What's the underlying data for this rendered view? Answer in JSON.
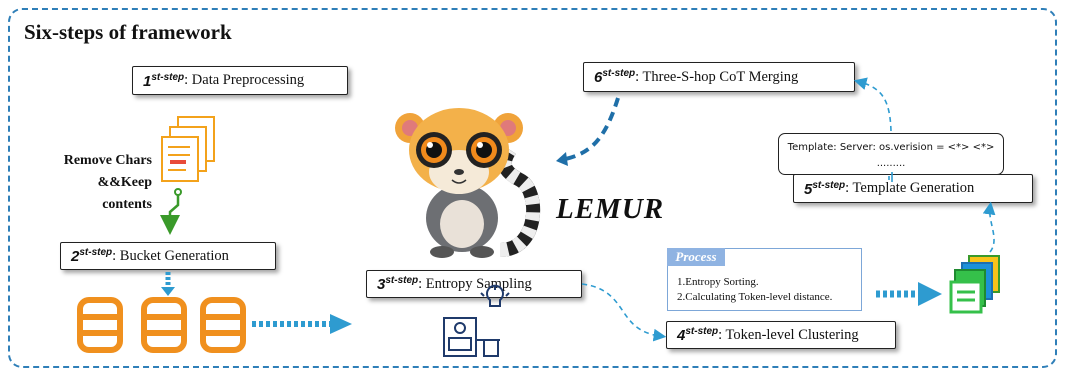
{
  "title": "Six-steps of framework",
  "steps": [
    {
      "num": "1",
      "suffix": "st-step",
      "text": ": Data Preprocessing"
    },
    {
      "num": "2",
      "suffix": "st-step",
      "text": ": Bucket Generation"
    },
    {
      "num": "3",
      "suffix": "st-step",
      "text": ": Entropy Sampling"
    },
    {
      "num": "4",
      "suffix": "st-step",
      "text": ": Token-level Clustering"
    },
    {
      "num": "5",
      "suffix": "st-step",
      "text": ": Template Generation"
    },
    {
      "num": "6",
      "suffix": "st-step",
      "text": ": Three-S-hop CoT Merging"
    }
  ],
  "remove_label": {
    "line1": "Remove Chars",
    "line2": "&&Keep contents"
  },
  "mascot_label": "LEMUR",
  "process": {
    "header": "Process",
    "items": [
      "1.Entropy Sorting.",
      "2.Calculating Token-level distance."
    ]
  },
  "template_box": {
    "line1": "Template: Server: os.verision = <*> <*>",
    "line2": "........."
  },
  "colors": {
    "frame": "#2f7fb8",
    "arrow_blue": "#2e9bd0",
    "db_orange": "#f0901e",
    "green_arrow": "#3a9a2a"
  }
}
